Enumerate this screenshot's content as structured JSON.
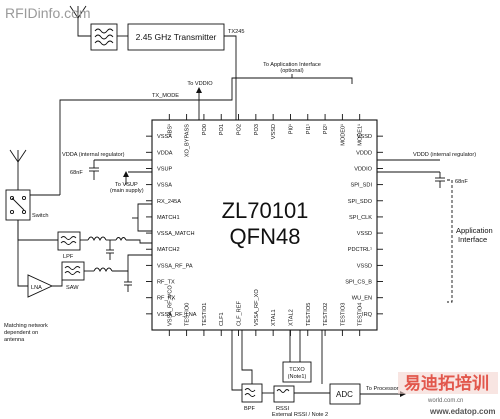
{
  "watermarks": {
    "top": "RFIDinfo.com",
    "bottom_cn": "易迪拓培训",
    "bottom_url": "www.edatop.com",
    "bottom_small": "world.com.cn"
  },
  "chip": {
    "line1": "ZL70101",
    "line2": "QFN48"
  },
  "blocks": {
    "transmitter": "2.45 GHz Transmitter",
    "switch": "Switch",
    "lpf": "LPF",
    "saw": "SAW",
    "lna": "LNA",
    "tcxo_line1": "TCXO",
    "tcxo_line2": "(Note1)",
    "bpf": "BPF",
    "rssi": "RSSI",
    "adc": "ADC"
  },
  "labels": {
    "tx245": "TX245",
    "to_app_line1": "To Application Interface",
    "to_app_line2": "(optional)",
    "tx_mode": "TX_MODE",
    "to_vddio": "To VDDIO",
    "vdda_reg": "VDDA (internal regulator)",
    "cap_68nf_left": "68nF",
    "to_vsup_line1": "To VSUP",
    "to_vsup_line2": "(main supply)",
    "vddd_reg": "VDDD (internal regulator)",
    "cap_68nf_right": "68nF",
    "app_if_line1": "Application",
    "app_if_line2": "Interface",
    "matching_1": "Matching network",
    "matching_2": "dependent on",
    "matching_3": "antenna",
    "to_processor": "To Processor",
    "ext_rssi": "External RSSI / Note 2"
  },
  "pins": {
    "left": [
      "VSSA",
      "VDDA",
      "VSUP",
      "VSSA",
      "RX_245A",
      "MATCH1",
      "VSSA_MATCH",
      "MATCH2",
      "VSSA_RF_PA",
      "RF_TX",
      "RF_RX",
      "VSSA_RF_LNA"
    ],
    "top": [
      "IBS¹",
      "XO_BYPASS",
      "PO0",
      "PO1",
      "PO2",
      "PO3",
      "VSSD",
      "PI0¹",
      "PI1¹",
      "PI2¹",
      "MODE0¹",
      "MODE1¹"
    ],
    "right": [
      "VSSD",
      "VDDD",
      "VDDIO",
      "SPI_SDI",
      "SPI_SDO",
      "SPI_CLK",
      "VSSD",
      "PDCTRL¹",
      "VSSD",
      "SPI_CS_B",
      "WU_EN",
      "IRQ"
    ],
    "bottom": [
      "VSSA_RF_VCO",
      "TESTIO0",
      "TESTIO1",
      "CLF1",
      "CLF_REF",
      "VSSA_RF_XO",
      "XTAL1",
      "XTAL2",
      "TESTIO5",
      "TESTIO2",
      "TESTIO3",
      "TESTIO4"
    ]
  }
}
